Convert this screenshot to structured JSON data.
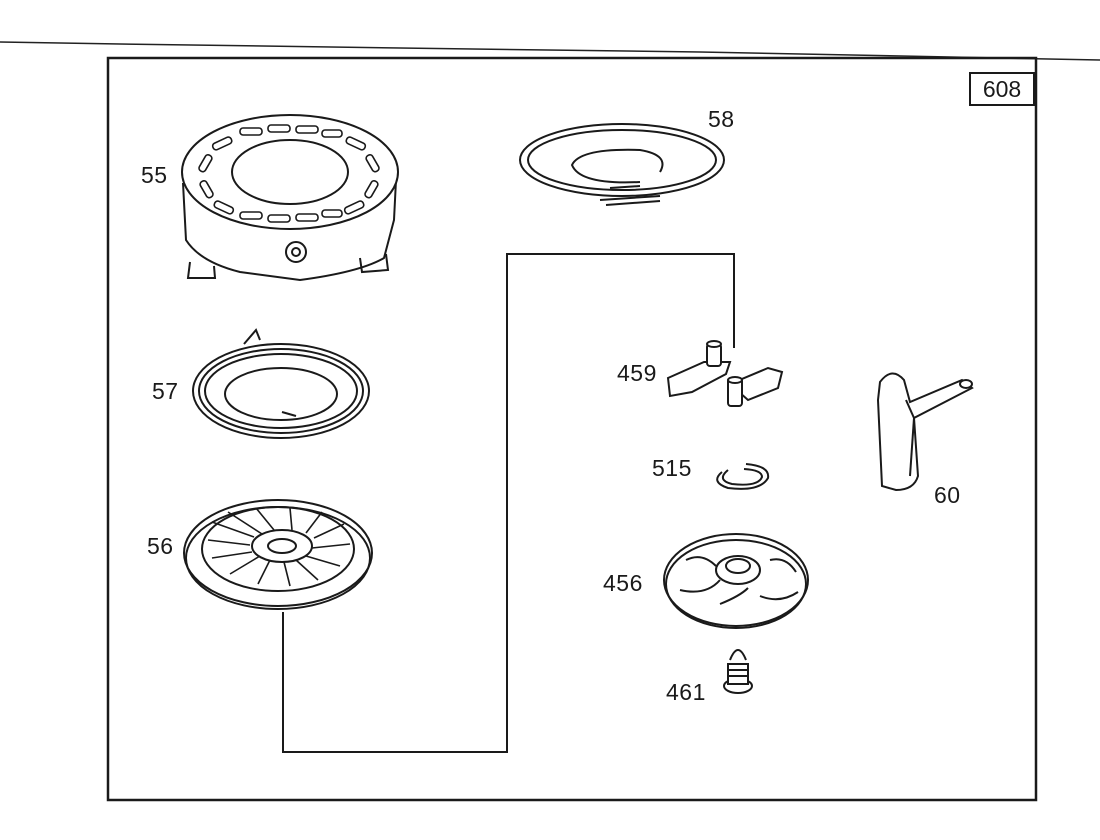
{
  "diagram": {
    "page_number": "608",
    "parts": [
      {
        "number": "55",
        "name_icon": "housing-cover-icon"
      },
      {
        "number": "58",
        "name_icon": "starter-rope-icon"
      },
      {
        "number": "57",
        "name_icon": "rewind-spring-icon"
      },
      {
        "number": "459",
        "name_icon": "pawl-icon"
      },
      {
        "number": "515",
        "name_icon": "retaining-ring-icon"
      },
      {
        "number": "60",
        "name_icon": "starter-handle-icon"
      },
      {
        "number": "56",
        "name_icon": "pulley-icon"
      },
      {
        "number": "456",
        "name_icon": "retainer-icon"
      },
      {
        "number": "461",
        "name_icon": "screw-icon"
      }
    ]
  }
}
